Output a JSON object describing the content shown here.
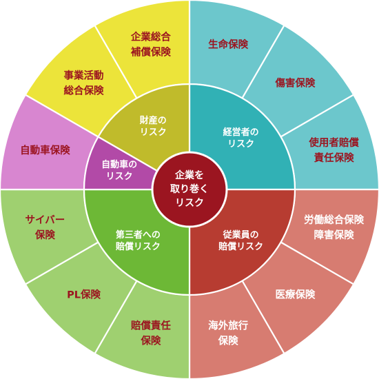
{
  "diagram": {
    "center": {
      "lines": [
        "企業を",
        "取り巻く",
        "リスク"
      ],
      "color": "#9b1520",
      "text_color": "#ffffff"
    },
    "categories": [
      {
        "id": "management",
        "lines": [
          "経営者の",
          "リスク"
        ],
        "color": "#31b1b5",
        "text_color": "#ffffff",
        "start_deg": 0,
        "end_deg": 90,
        "outer": [
          {
            "id": "life-insurance",
            "lines": [
              "生命保険"
            ],
            "color": "#6cc7cc",
            "text_color": "#9b1520"
          },
          {
            "id": "injury-insurance",
            "lines": [
              "傷害保険"
            ],
            "color": "#6cc7cc",
            "text_color": "#9b1520"
          },
          {
            "id": "employer-liability-insurance",
            "lines": [
              "使用者賠償",
              "責任保険"
            ],
            "color": "#6cc7cc",
            "text_color": "#9b1520"
          }
        ]
      },
      {
        "id": "employee-liability",
        "lines": [
          "従業員の",
          "賠償リスク"
        ],
        "color": "#b73c31",
        "text_color": "#ffffff",
        "start_deg": 90,
        "end_deg": 180,
        "outer": [
          {
            "id": "labor-comprehensive-insurance",
            "lines": [
              "労働総合保険",
              "障害保険"
            ],
            "color": "#d77c71",
            "text_color": "#ffffff"
          },
          {
            "id": "medical-insurance",
            "lines": [
              "医療保険"
            ],
            "color": "#d77c71",
            "text_color": "#ffffff"
          },
          {
            "id": "travel-insurance",
            "lines": [
              "海外旅行",
              "保険"
            ],
            "color": "#d77c71",
            "text_color": "#ffffff"
          }
        ]
      },
      {
        "id": "third-party-liability",
        "lines": [
          "第三者への",
          "賠償リスク"
        ],
        "color": "#6db836",
        "text_color": "#ffffff",
        "start_deg": 180,
        "end_deg": 270,
        "outer": [
          {
            "id": "liability-insurance",
            "lines": [
              "賠償責任",
              "保険"
            ],
            "color": "#9fd070",
            "text_color": "#9b1520"
          },
          {
            "id": "pl-insurance",
            "lines": [
              "PL保険"
            ],
            "color": "#9fd070",
            "text_color": "#9b1520"
          },
          {
            "id": "cyber-insurance",
            "lines": [
              "サイバー",
              "保険"
            ],
            "color": "#9fd070",
            "text_color": "#9b1520"
          }
        ]
      },
      {
        "id": "vehicle",
        "lines": [
          "自動車の",
          "リスク"
        ],
        "color": "#b24aa7",
        "text_color": "#ffffff",
        "start_deg": 270,
        "end_deg": 300,
        "outer": [
          {
            "id": "auto-insurance",
            "lines": [
              "自動車保険"
            ],
            "color": "#d886d0",
            "text_color": "#9b1520"
          }
        ]
      },
      {
        "id": "property",
        "lines": [
          "財産の",
          "リスク"
        ],
        "color": "#c0bb2b",
        "text_color": "#ffffff",
        "start_deg": 300,
        "end_deg": 360,
        "outer": [
          {
            "id": "business-activity-insurance",
            "lines": [
              "事業活動",
              "総合保険"
            ],
            "color": "#ece43a",
            "text_color": "#9b1520"
          },
          {
            "id": "corporate-comprehensive-insurance",
            "lines": [
              "企業総合",
              "補償保険"
            ],
            "color": "#ece43a",
            "text_color": "#9b1520"
          }
        ]
      }
    ]
  }
}
